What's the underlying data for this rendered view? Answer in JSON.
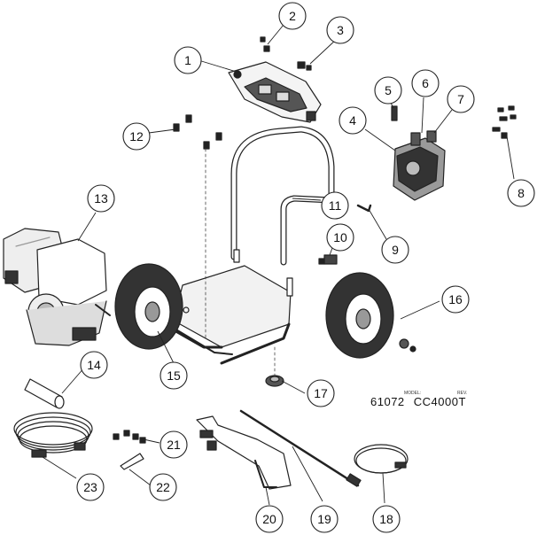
{
  "model_block": {
    "model_caption": "MODEL:",
    "rev_caption": "REV.",
    "part_code": "61072",
    "model_name": "CC4000T"
  },
  "callouts": [
    {
      "n": "1"
    },
    {
      "n": "2"
    },
    {
      "n": "3"
    },
    {
      "n": "4"
    },
    {
      "n": "5"
    },
    {
      "n": "6"
    },
    {
      "n": "7"
    },
    {
      "n": "8"
    },
    {
      "n": "9"
    },
    {
      "n": "10"
    },
    {
      "n": "11"
    },
    {
      "n": "12"
    },
    {
      "n": "13"
    },
    {
      "n": "14"
    },
    {
      "n": "15"
    },
    {
      "n": "16"
    },
    {
      "n": "17"
    },
    {
      "n": "18"
    },
    {
      "n": "19"
    },
    {
      "n": "20"
    },
    {
      "n": "21"
    },
    {
      "n": "22"
    },
    {
      "n": "23"
    }
  ]
}
